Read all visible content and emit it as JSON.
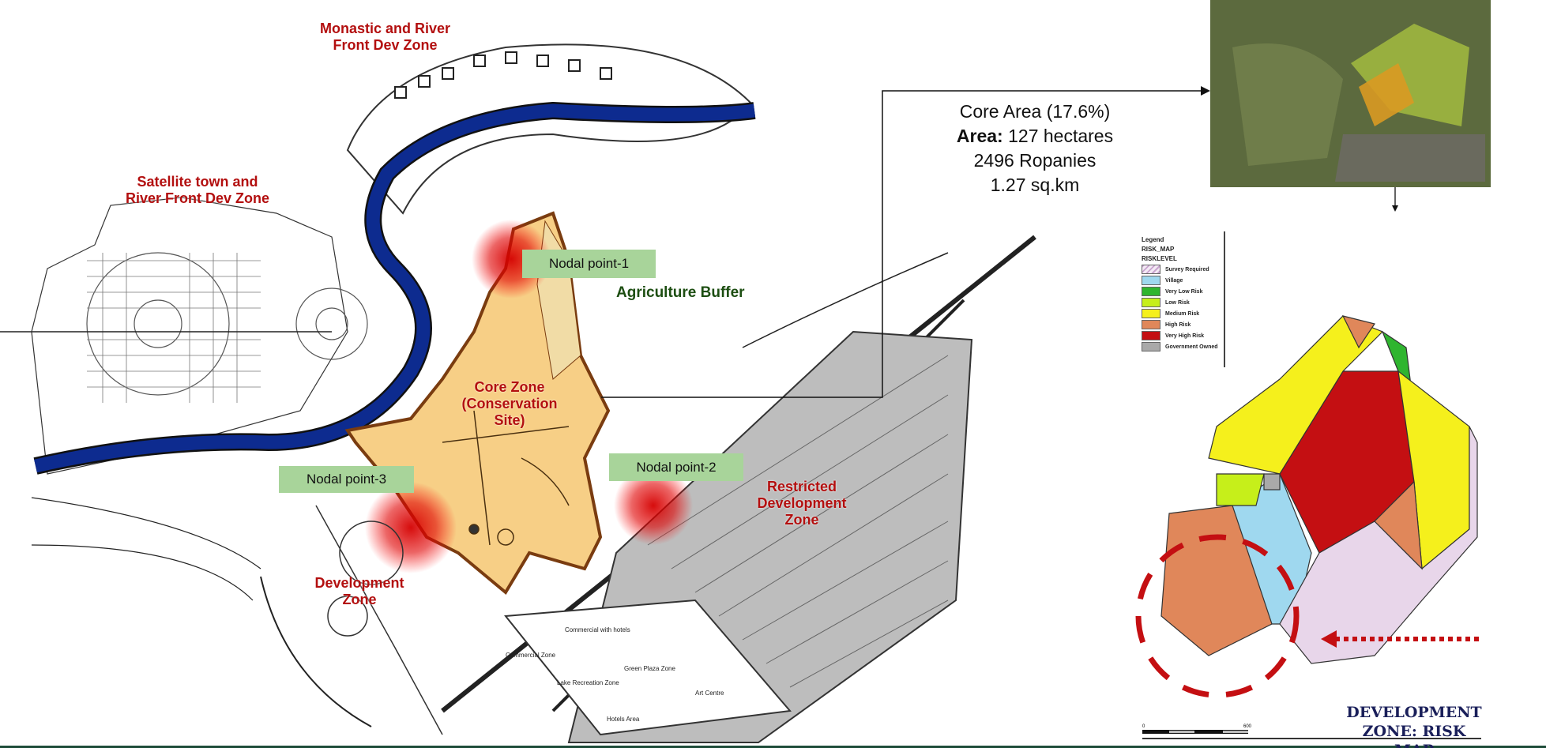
{
  "zones": {
    "monastic": "Monastic and River Front Dev Zone",
    "satellite": "Satellite town and River Front Dev Zone",
    "core": "Core Zone (Conservation Site)",
    "restricted": "Restricted Development Zone",
    "development": "Development Zone",
    "agriculture": "Agriculture Buffer"
  },
  "nodal_points": [
    "Nodal point-1",
    "Nodal point-2",
    "Nodal point-3"
  ],
  "map_small_labels": [
    "Commercial with hotels",
    "Commercial Zone",
    "Green Plaza Zone",
    "Lake Recreation Zone",
    "Art Centre",
    "Hotels Area"
  ],
  "core_info": {
    "line1": "Core Area (17.6%)",
    "area_label": "Area:",
    "area_value": " 127 hectares",
    "line3": "2496 Ropanies",
    "line4": "1.27 sq.km"
  },
  "legend": {
    "title": "Legend",
    "layer": "RISK_MAP",
    "field": "RISKLEVEL",
    "items": [
      {
        "label": "Survey Required",
        "color": "#e8d6ea"
      },
      {
        "label": "Village",
        "color": "#9fd8ef"
      },
      {
        "label": "Very Low Risk",
        "color": "#2fb52f"
      },
      {
        "label": "Low Risk",
        "color": "#c6ef1a"
      },
      {
        "label": "Medium Risk",
        "color": "#f5f01c"
      },
      {
        "label": "High Risk",
        "color": "#e0875a"
      },
      {
        "label": "Very High Risk",
        "color": "#c40f12"
      },
      {
        "label": "Government Owned",
        "color": "#a9a9a9"
      }
    ]
  },
  "scale_bar": {
    "start": "0",
    "end": "600"
  },
  "risk_map_title": "DEVELOPMENT ZONE: RISK MAP",
  "colors": {
    "river": "#0d2b8f",
    "core": "#f7cf86",
    "highlight": "#d40000",
    "accent_red": "#c00000"
  }
}
